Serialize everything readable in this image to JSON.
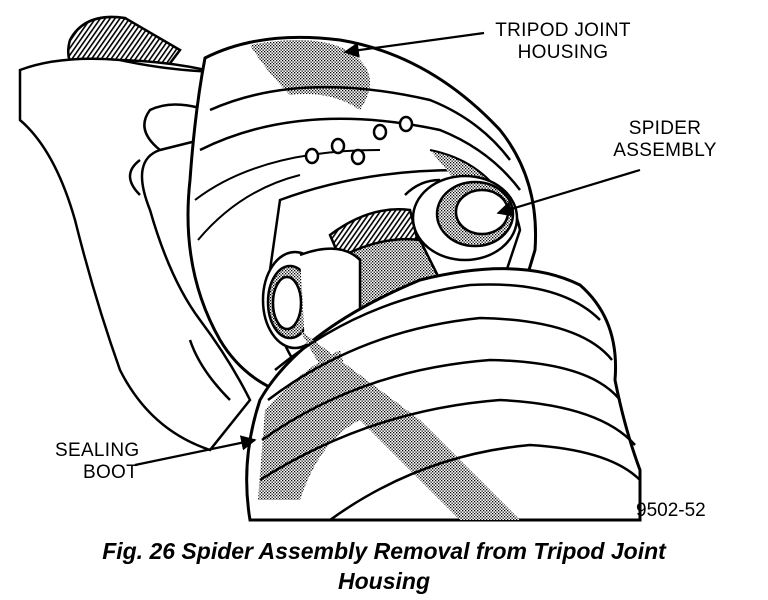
{
  "labels": {
    "housing_line1": "TRIPOD JOINT",
    "housing_line2": "HOUSING",
    "spider_line1": "SPIDER",
    "spider_line2": "ASSEMBLY",
    "boot_line1": "SEALING",
    "boot_line2": "BOOT"
  },
  "figure_code": "9502-52",
  "caption": {
    "line1": "Fig. 26 Spider Assembly Removal from Tripod Joint",
    "line2": "Housing"
  }
}
